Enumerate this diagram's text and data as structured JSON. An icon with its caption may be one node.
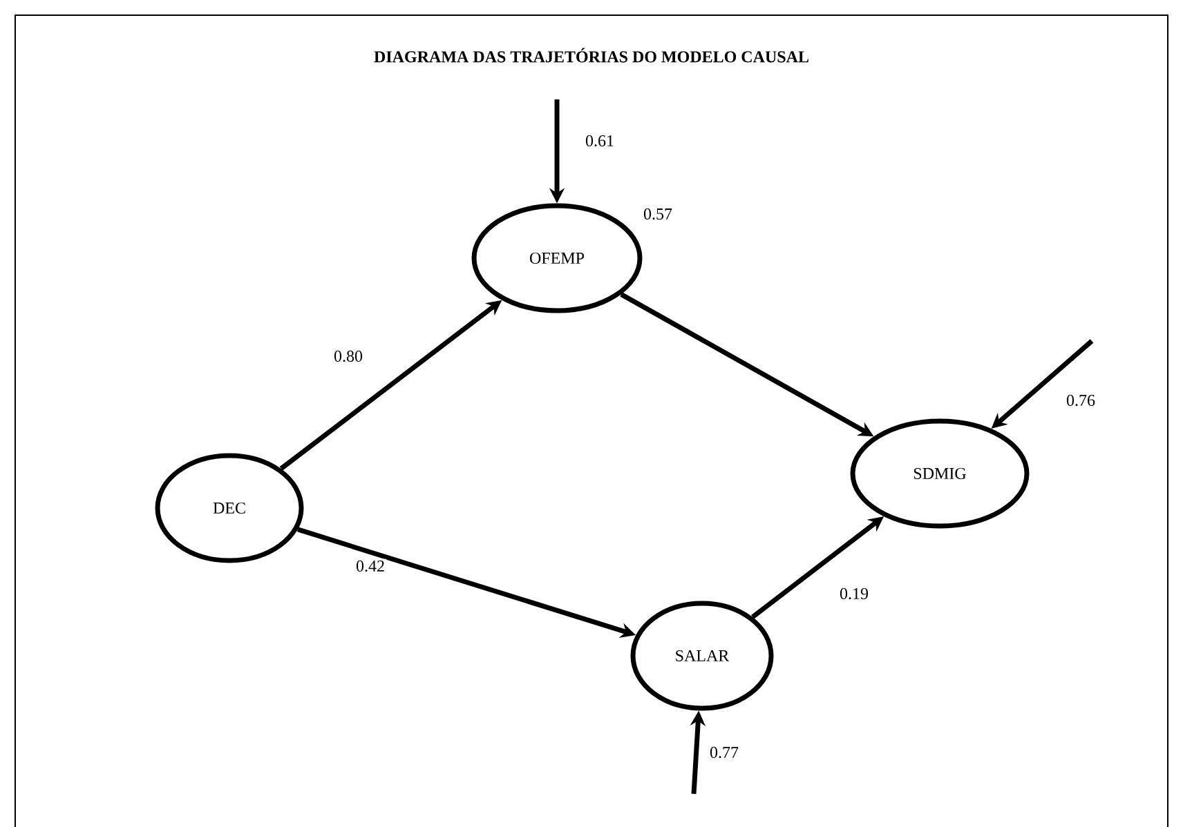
{
  "diagram": {
    "title": "DIAGRAMA DAS TRAJETÓRIAS DO MODELO CAUSAL",
    "nodes": [
      {
        "text": [
          "DEC"
        ]
      },
      {
        "text": [
          "OFEMP"
        ]
      },
      {
        "text": [
          "SALAR"
        ]
      },
      {
        "text": [
          "SDMIG"
        ]
      }
    ],
    "edges": [
      {
        "from": 0,
        "to": 1,
        "arrow": "to",
        "label": "0.80"
      },
      {
        "from": 0,
        "to": 2,
        "arrow": "to",
        "label": "0.42"
      },
      {
        "from": 1,
        "to": 3,
        "arrow": "to",
        "label": "0.57"
      },
      {
        "from": 2,
        "to": 3,
        "arrow": "to",
        "label": "0.19"
      },
      {
        "from": null,
        "to": 1,
        "arrow": "to",
        "label": "0.61"
      },
      {
        "from": null,
        "to": 3,
        "arrow": "to",
        "label": "0.76"
      },
      {
        "from": null,
        "to": 2,
        "arrow": "to",
        "label": "0.77"
      }
    ]
  }
}
